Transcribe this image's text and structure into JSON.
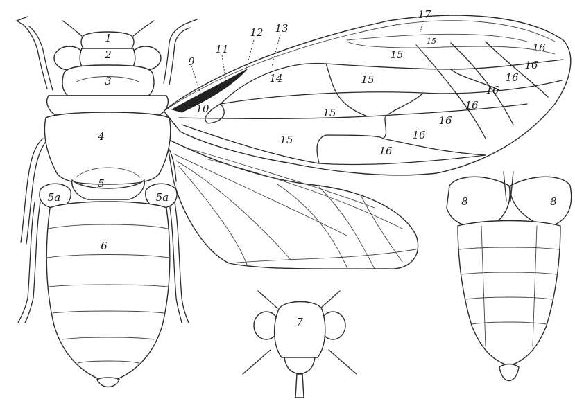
{
  "labels": {
    "l1": "1",
    "l2": "2",
    "l3": "3",
    "l4": "4",
    "l5": "5",
    "l5a": "5a",
    "l6": "6",
    "l7": "7",
    "l8": "8",
    "l9": "9",
    "l10": "10",
    "l11": "11",
    "l12": "12",
    "l13": "13",
    "l14": "14",
    "l15": "15",
    "l16": "16",
    "l17": "17"
  }
}
